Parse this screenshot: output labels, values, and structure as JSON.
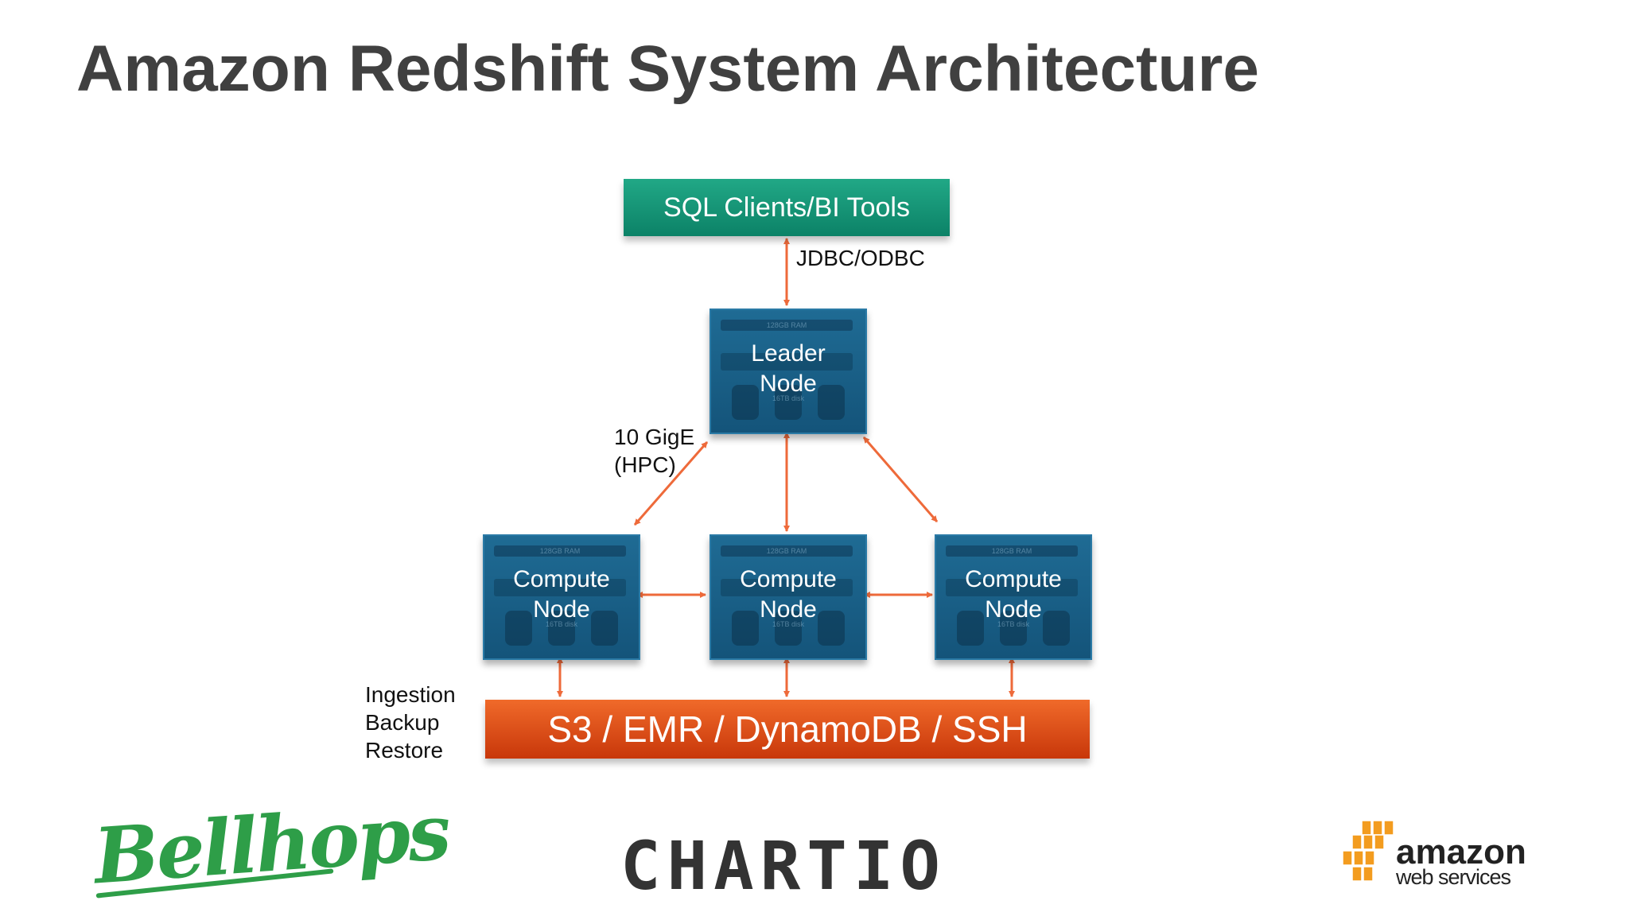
{
  "title": "Amazon Redshift System Architecture",
  "client_box": {
    "label": "SQL Clients/BI Tools"
  },
  "store_box": {
    "label": "S3 / EMR / DynamoDB / SSH"
  },
  "leader_node": {
    "label_line1": "Leader",
    "label_line2": "Node",
    "ram": "128GB RAM",
    "disk": "16TB disk"
  },
  "compute_nodes": [
    {
      "label_line1": "Compute",
      "label_line2": "Node",
      "ram": "128GB RAM",
      "disk": "16TB disk"
    },
    {
      "label_line1": "Compute",
      "label_line2": "Node",
      "ram": "128GB RAM",
      "disk": "16TB disk"
    },
    {
      "label_line1": "Compute",
      "label_line2": "Node",
      "ram": "128GB RAM",
      "disk": "16TB disk"
    }
  ],
  "annotations": {
    "jdbc": "JDBC/ODBC",
    "network_line1": "10 GigE",
    "network_line2": "(HPC)",
    "ingest_line1": "Ingestion",
    "ingest_line2": "Backup",
    "ingest_line3": "Restore"
  },
  "logos": {
    "bellhops": "Bellhops",
    "chartio": "CHARTIO",
    "aws_line1": "amazon",
    "aws_line2": "web services"
  },
  "colors": {
    "title": "#404040",
    "client_box": "#15967a",
    "store_box": "#e04e1a",
    "node": "#1a5f86",
    "arrow": "#ee6a3a",
    "bellhops": "#2e9e48",
    "aws_orange": "#f39c1f"
  }
}
